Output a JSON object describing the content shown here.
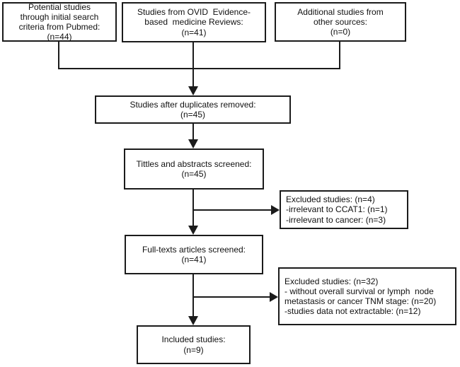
{
  "colors": {
    "line": "#1b1b1b",
    "text": "#111111",
    "background": "#ffffff"
  },
  "boxes": {
    "pubmed": {
      "lines": [
        "Potential studies",
        "through initial search",
        "criteria from Pubmed:",
        "(n=44)"
      ]
    },
    "ovid": {
      "lines": [
        "Studies from OVID  Evidence-",
        "based  medicine Reviews:",
        "(n=41)"
      ]
    },
    "other_sources": {
      "lines": [
        "Additional studies from",
        "other sources:",
        "(n=0)"
      ]
    },
    "duplicates_removed": {
      "lines": [
        "Studies after duplicates removed:",
        "(n=45)"
      ]
    },
    "titles_abstracts": {
      "lines": [
        "Tittles and abstracts screened:",
        "(n=45)"
      ]
    },
    "excluded_screening": {
      "lines": [
        "Excluded studies: (n=4)",
        "-irrelevant to CCAT1: (n=1)",
        "-irrelevant to cancer: (n=3)"
      ]
    },
    "fulltext": {
      "lines": [
        "Full-texts articles screened:",
        "(n=41)"
      ]
    },
    "excluded_fulltext": {
      "lines": [
        "Excluded studies: (n=32)",
        "- without overall survival or lymph  node",
        "metastasis or cancer TNM stage: (n=20)",
        "-studies data not extractable: (n=12)"
      ]
    },
    "included": {
      "lines": [
        "Included studies:",
        "(n=9)"
      ]
    }
  }
}
